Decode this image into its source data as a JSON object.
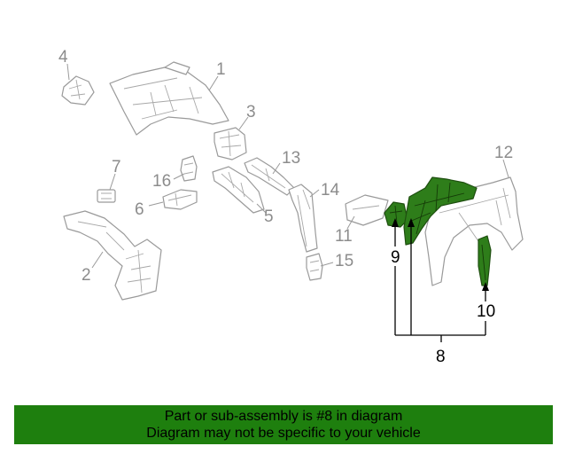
{
  "diagram": {
    "callouts": {
      "part1": "1",
      "part2": "2",
      "part3": "3",
      "part4": "4",
      "part5": "5",
      "part6": "6",
      "part7": "7",
      "part8": "8",
      "part9": "9",
      "part10": "10",
      "part11": "11",
      "part12": "12",
      "part13": "13",
      "part14": "14",
      "part15": "15",
      "part16": "16"
    },
    "highlight_color": "#2e7d1a",
    "line_color": "#9a9a9a"
  },
  "footer": {
    "line1": "Part or sub-assembly is #8 in diagram",
    "line2": "Diagram may not be specific to your vehicle",
    "background": "#1e7f0e"
  }
}
